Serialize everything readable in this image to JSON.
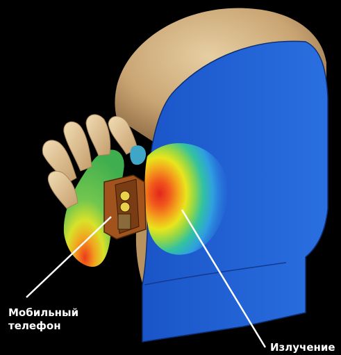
{
  "annotations": {
    "phone_label_line1": "Мобильный",
    "phone_label_line2": "телефон",
    "radiation_label": "Излучение"
  },
  "colors": {
    "background": "#000000",
    "head_skin": "#d6b78a",
    "cross_section": "#1f5fd0",
    "phone_body": "#a0531c",
    "hot_spot": "#e8331a",
    "label_text": "#ffffff"
  },
  "icons": {
    "scene": "head-with-phone-sar-illustration"
  }
}
